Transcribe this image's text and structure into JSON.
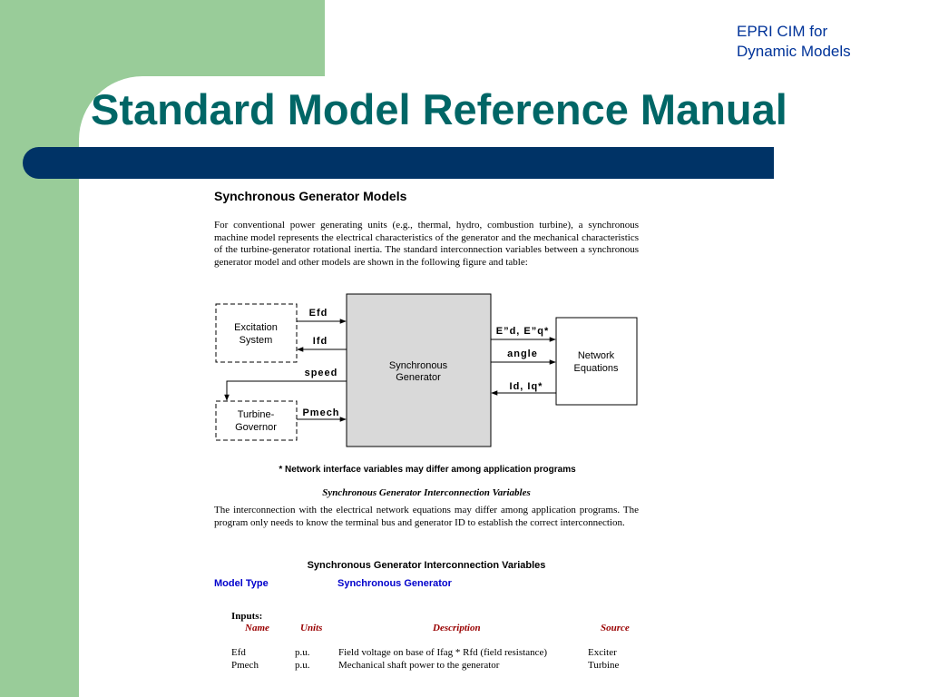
{
  "header": {
    "epri_line1": "EPRI CIM for",
    "epri_line2": "Dynamic Models",
    "title": "Standard Model Reference Manual"
  },
  "colors": {
    "left_band": "#99cc99",
    "bar": "#003366",
    "title": "#006666",
    "epri_text": "#003399",
    "model_type": "#0000cc",
    "column_header": "#990000"
  },
  "document": {
    "heading": "Synchronous Generator Models",
    "intro": "For conventional power generating units (e.g., thermal, hydro, combustion turbine), a synchronous machine model represents the electrical characteristics of the generator and the mechanical characteristics of the turbine-generator rotational inertia.  The standard interconnection  variables between a synchronous generator model and other models are shown in the following figure and table:",
    "diagram": {
      "excitation_line1": "Excitation",
      "excitation_line2": "System",
      "generator_line1": "Synchronous",
      "generator_line2": "Generator",
      "turbine_line1": "Turbine-",
      "turbine_line2": "Governor",
      "network_line1": "Network",
      "network_line2": "Equations",
      "efd": "Efd",
      "ifd": "Ifd",
      "speed": "speed",
      "pmech": "Pmech",
      "edq": "E”d, E”q*",
      "angle": "angle",
      "idiq": "Id, Iq*"
    },
    "footnote": "* Network interface variables may differ among application programs",
    "caption": "Synchronous Generator Interconnection Variables",
    "para2": "The interconnection with the electrical network equations may differ among application programs. The program only needs to know the terminal bus and generator ID to establish the correct interconnection.",
    "table_title": "Synchronous Generator Interconnection Variables",
    "model_type_label": "Model Type",
    "model_type_value": "Synchronous Generator",
    "inputs_label": "Inputs:",
    "columns": [
      "Name",
      "Units",
      "Description",
      "Source"
    ],
    "rows": [
      {
        "name": "Efd",
        "units": "p.u.",
        "description": "Field voltage on base of Ifag * Rfd (field resistance)",
        "source": "Exciter"
      },
      {
        "name": "Pmech",
        "units": "p.u.",
        "description": "Mechanical shaft power to the generator",
        "source": "Turbine"
      }
    ]
  }
}
